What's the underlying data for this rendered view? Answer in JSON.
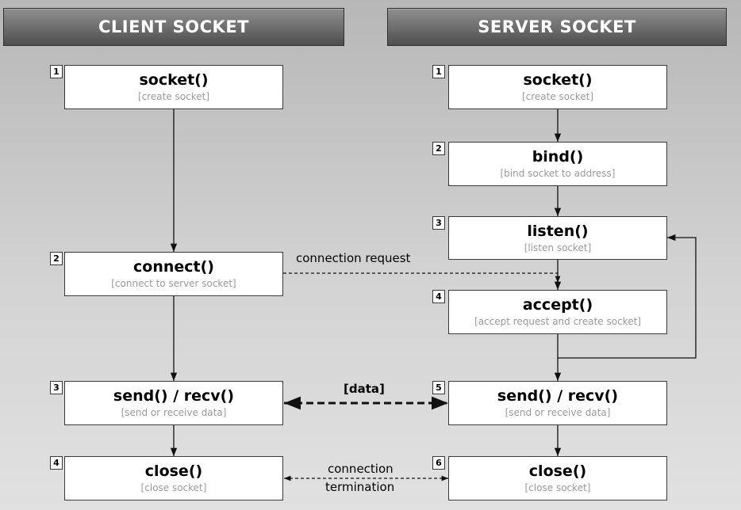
{
  "client": {
    "title": "CLIENT SOCKET",
    "steps": [
      {
        "num": "1",
        "func": "socket()",
        "desc": "[create socket]"
      },
      {
        "num": "2",
        "func": "connect()",
        "desc": "[connect to server socket]"
      },
      {
        "num": "3",
        "func": "send() / recv()",
        "desc": "[send or receive data]"
      },
      {
        "num": "4",
        "func": "close()",
        "desc": "[close socket]"
      }
    ]
  },
  "server": {
    "title": "SERVER SOCKET",
    "steps": [
      {
        "num": "1",
        "func": "socket()",
        "desc": "[create socket]"
      },
      {
        "num": "2",
        "func": "bind()",
        "desc": "[bind socket to address]"
      },
      {
        "num": "3",
        "func": "listen()",
        "desc": "[listen socket]"
      },
      {
        "num": "4",
        "func": "accept()",
        "desc": "[accept request and create socket]"
      },
      {
        "num": "5",
        "func": "send() / recv()",
        "desc": "[send or receive data]"
      },
      {
        "num": "6",
        "func": "close()",
        "desc": "[close socket]"
      }
    ]
  },
  "links": {
    "connection_request": "connection request",
    "data": "[data]",
    "termination_line1": "connection",
    "termination_line2": "termination"
  }
}
